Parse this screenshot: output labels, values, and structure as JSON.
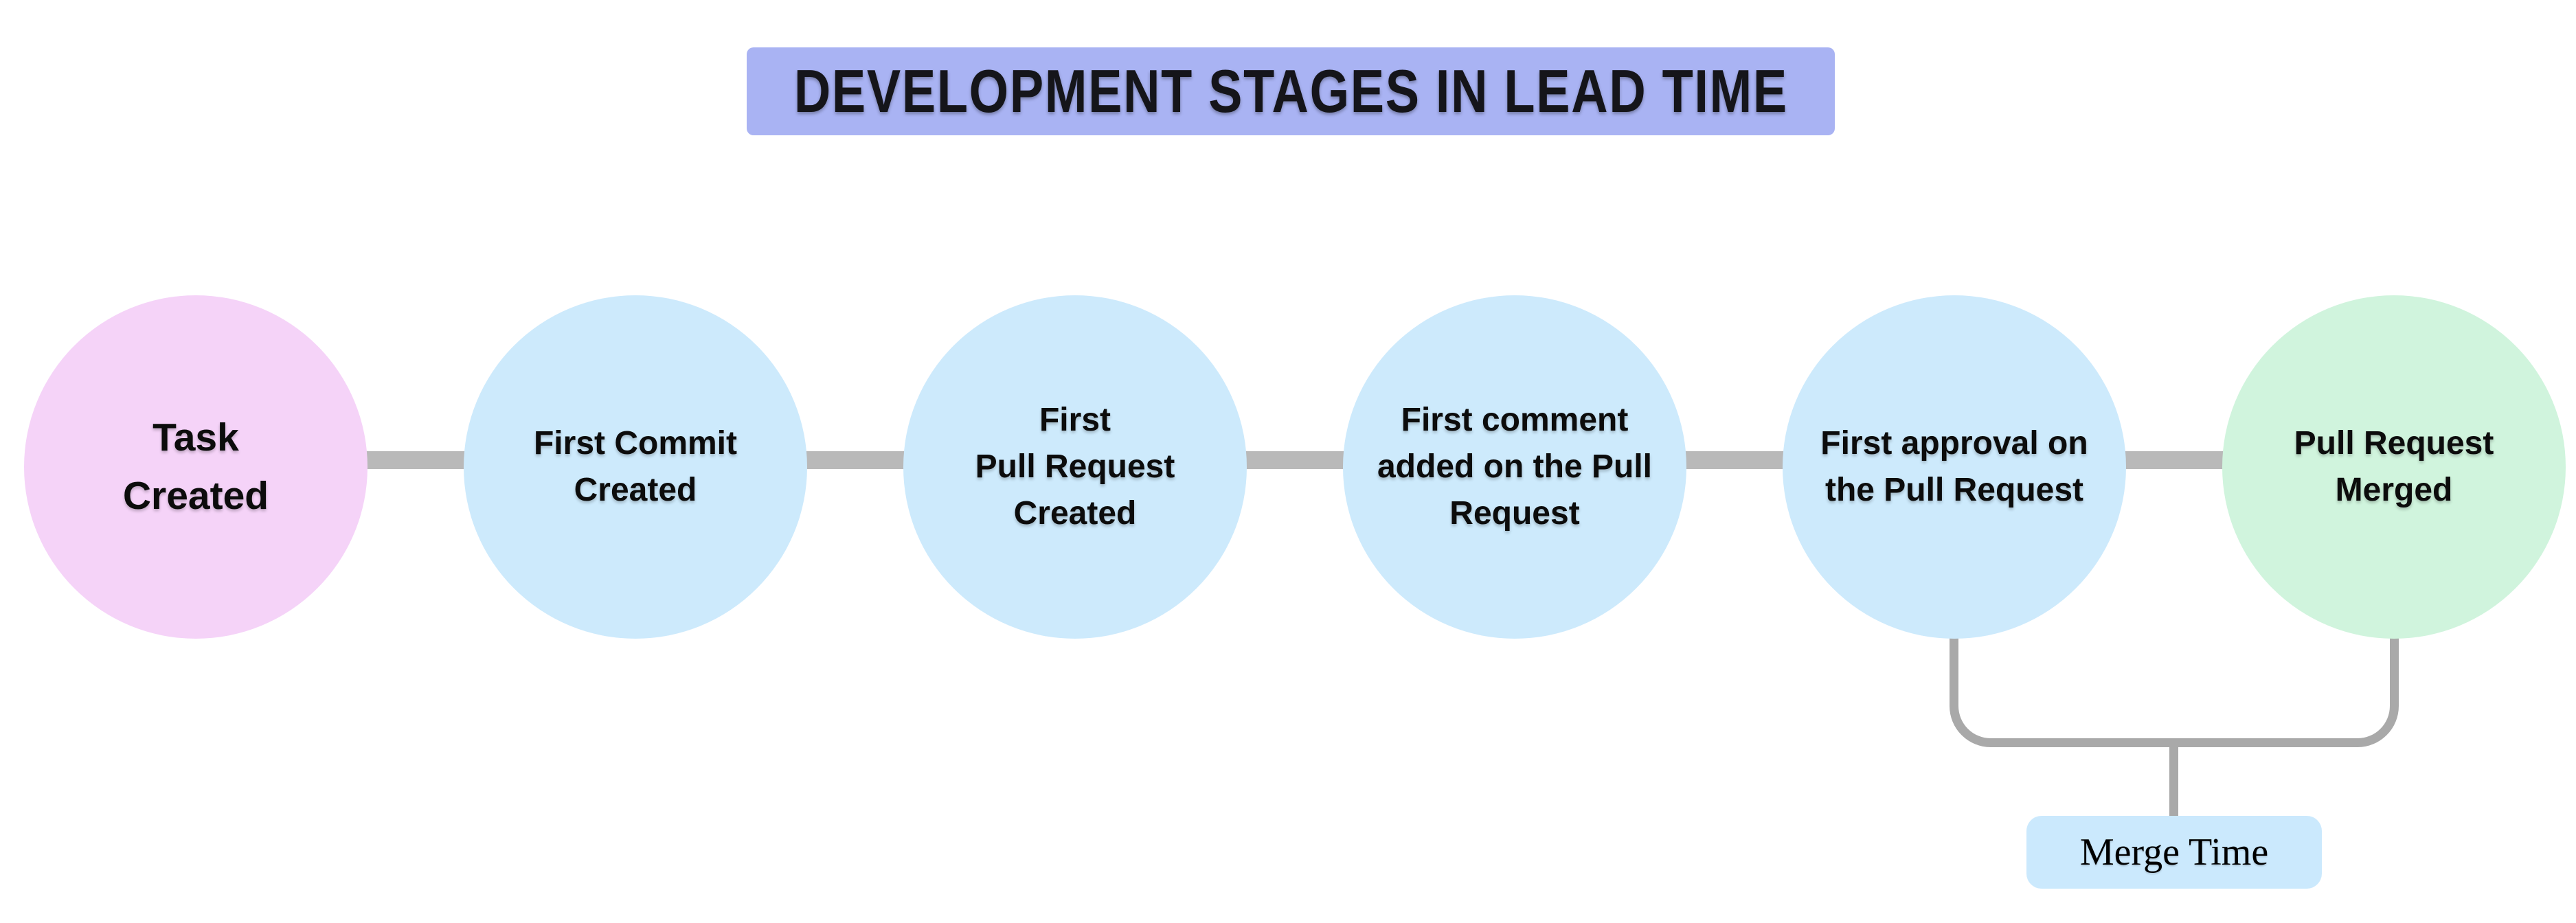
{
  "title": {
    "text": "DEVELOPMENT STAGES IN LEAD TIME"
  },
  "stages": [
    {
      "label": "Task\nCreated",
      "color": "#f5d3f8"
    },
    {
      "label": "First Commit\nCreated",
      "color": "#cdeafc"
    },
    {
      "label": "First\nPull Request\nCreated",
      "color": "#cdeafc"
    },
    {
      "label": "First comment\nadded on the Pull\nRequest",
      "color": "#cdeafc"
    },
    {
      "label": "First approval on\nthe Pull Request",
      "color": "#cdeafc"
    },
    {
      "label": "Pull Request\nMerged",
      "color": "#d0f4dd"
    }
  ],
  "annotation": {
    "label": "Merge Time",
    "box_color": "#cbe9fd",
    "spans_stages": [
      "First approval on the Pull Request",
      "Pull Request Merged"
    ]
  },
  "colors": {
    "background": "#ffffff",
    "banner": "#a9b3f3",
    "banner_text": "#15151a",
    "connector": "#b9b9b9",
    "bracket": "#a9a9a9",
    "label_text": "#0c0c0c"
  }
}
